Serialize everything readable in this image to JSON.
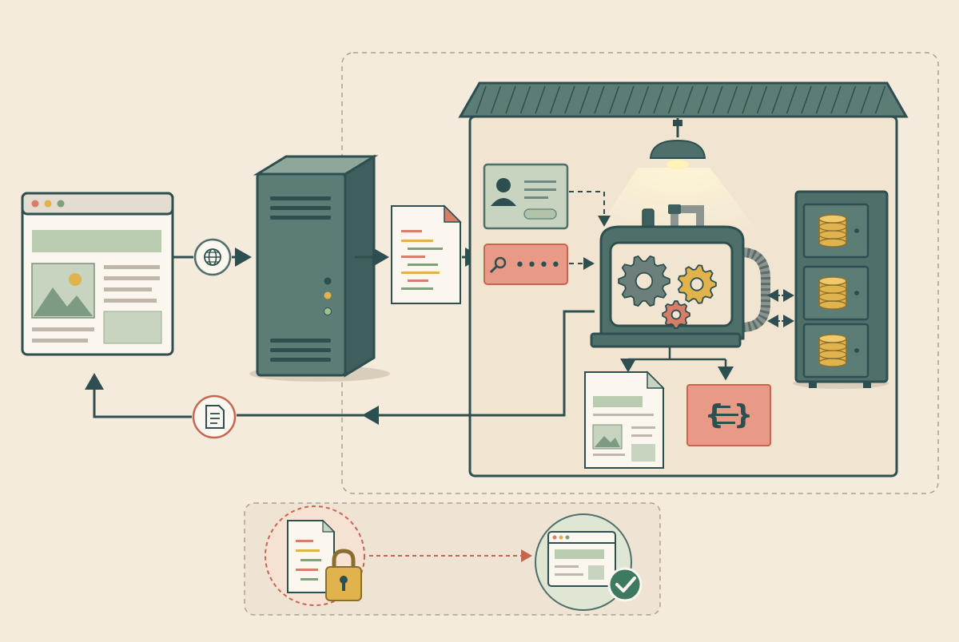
{
  "diagram": {
    "nodes": [
      {
        "id": "browser",
        "icon": "browser-window-icon"
      },
      {
        "id": "web-server",
        "icon": "server-tower-icon"
      },
      {
        "id": "request-file",
        "icon": "code-file-icon"
      },
      {
        "id": "processing-building",
        "icon": "building-icon"
      },
      {
        "id": "user-profile-card",
        "icon": "user-card-icon"
      },
      {
        "id": "password-input",
        "icon": "key-password-icon"
      },
      {
        "id": "engine",
        "icon": "gear-machine-icon"
      },
      {
        "id": "database-cabinet",
        "icon": "database-icon"
      },
      {
        "id": "output-page",
        "icon": "document-icon"
      },
      {
        "id": "json-output",
        "icon": "curly-braces-icon"
      },
      {
        "id": "locked-source",
        "icon": "lock-icon"
      },
      {
        "id": "rendered-page",
        "icon": "check-icon"
      }
    ],
    "edges": [
      {
        "from": "browser",
        "to": "web-server",
        "via": "globe-icon"
      },
      {
        "from": "web-server",
        "to": "request-file"
      },
      {
        "from": "request-file",
        "to": "password-input"
      },
      {
        "from": "user-profile-card",
        "to": "engine"
      },
      {
        "from": "password-input",
        "to": "engine"
      },
      {
        "from": "engine",
        "to": "database-cabinet",
        "bidirectional": true
      },
      {
        "from": "engine",
        "to": "output-page"
      },
      {
        "from": "engine",
        "to": "json-output"
      },
      {
        "from": "engine",
        "to": "browser",
        "via": "document-icon"
      },
      {
        "from": "locked-source",
        "to": "rendered-page"
      }
    ],
    "password_mask": "••••",
    "json_symbol": "{ }",
    "colors": {
      "background": "#f5ebdc",
      "ink": "#2e4f4f",
      "teal": "#4f6f6a",
      "sage": "#b9ccb0",
      "coral": "#d77e68",
      "gold": "#e0b34c"
    }
  }
}
